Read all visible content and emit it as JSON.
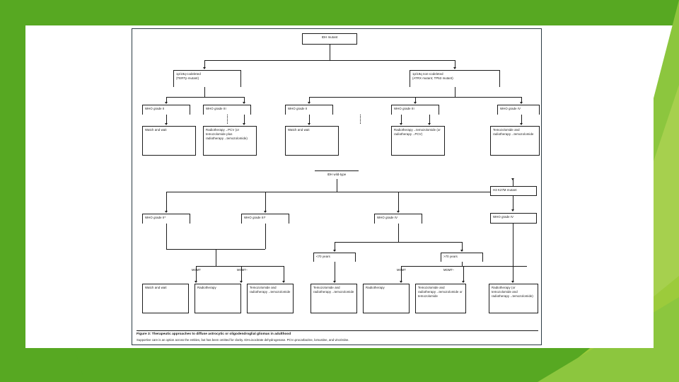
{
  "slide": {
    "accent_green": "#57a822",
    "accent_light_green": "#8cc63e",
    "background": "#ffffff"
  },
  "figure": {
    "caption_title": "Figure 3: Therapeutic approaches to diffuse astrocytic or oligodendroglial gliomas in adulthood",
    "caption_note": "Supportive care is an option across the entities, but has been omitted for clarity. IDH=isocitrate dehydrogenase. PCV=procarbazine, lomustine, and vincristine."
  },
  "nodes": {
    "root": "IDH mutant",
    "codel": "1p/19q-codeleted\n(TERTp mutant)",
    "noncodel": "1p/19q non-codeleted\n(ATRX mutant; TP53 mutant)",
    "codel_g2": "WHO grade II",
    "codel_g3": "WHO grade III",
    "noncodel_g2": "WHO grade II",
    "noncodel_g3": "WHO grade III",
    "noncodel_g4": "WHO grade IV",
    "tx_codel_g2": "Watch and wait",
    "tx_codel_g3": "Radiotherapy→PCV (or temozolomide plus radiotherapy→temozolomide)",
    "tx_noncodel_g2": "Watch and wait",
    "tx_noncodel_g3": "Radiotherapy→temozolomide (or radiotherapy→PCV)",
    "tx_noncodel_g4": "Temozolomide and radiotherapy→temozolomide",
    "wildtype": "IDH wild-type",
    "wt_g2": "WHO grade II*",
    "wt_g3": "WHO grade III*",
    "wt_g4": "WHO grade IV",
    "h3k27m": "H3 K27M mutant",
    "h3_g4": "WHO grade IV",
    "age_under": "<70 years",
    "age_over": ">70 years",
    "tx_wt_watch": "Watch and wait",
    "tx_wt_rt": "Radiotherapy",
    "tx_wt_tmz_rt": "Temozolomide and radiotherapy→temozolomide",
    "tx_u70_tmzrt": "Temozolomide and radiotherapy→temozolomide",
    "tx_u70_rt": "Radiotherapy",
    "tx_o70_tmzrt": "Temozolomide and radiotherapy→temozolomide or temozolomide",
    "tx_o70_rt": "Radiotherapy (or temozolomide and radiotherapy→temozolomide)"
  },
  "labels": {
    "mgmt_meth_left": "MGMT",
    "mgmt_unmeth_left": "MGMT−",
    "mgmt_meth_right": "MGMT",
    "mgmt_unmeth_right": "MGMT−"
  }
}
